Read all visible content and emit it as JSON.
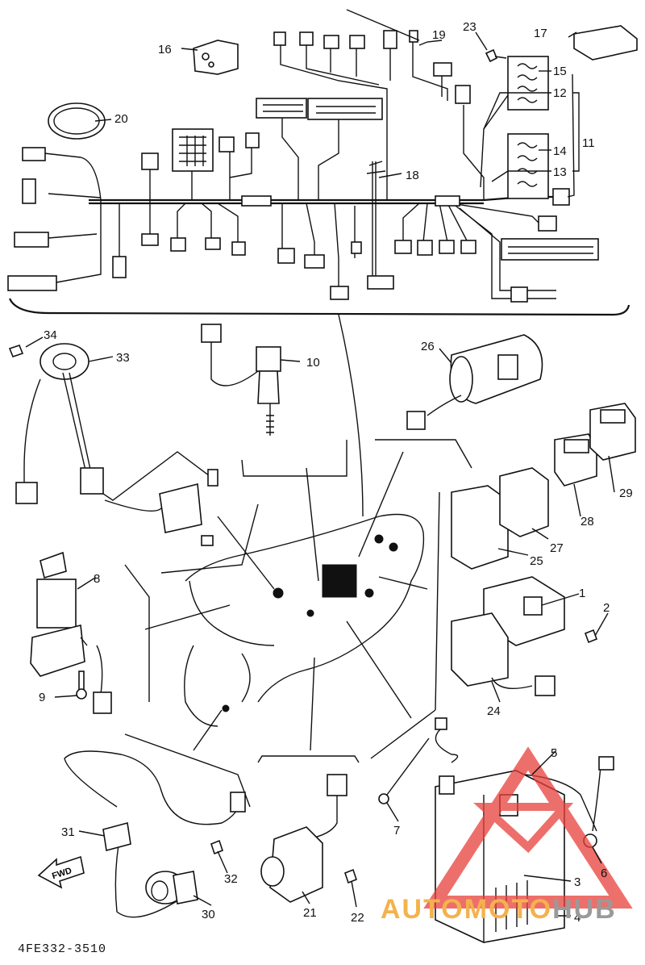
{
  "diagram": {
    "callouts": [
      "1",
      "2",
      "3",
      "4",
      "5",
      "6",
      "7",
      "8",
      "9",
      "10",
      "11",
      "12",
      "13",
      "14",
      "15",
      "16",
      "17",
      "18",
      "19",
      "20",
      "21",
      "22",
      "23",
      "24",
      "25",
      "26",
      "27",
      "28",
      "29",
      "30",
      "31",
      "32",
      "33",
      "34"
    ],
    "arrow_label": "FWD",
    "drawing_code": "4FE332-3510"
  },
  "watermark": {
    "brand_part1": "AUTOMOTO",
    "brand_part2": "HUB",
    "colors": {
      "primary": "#e8403a",
      "secondary": "#f4b24c",
      "grey": "#9a9a9a"
    }
  }
}
